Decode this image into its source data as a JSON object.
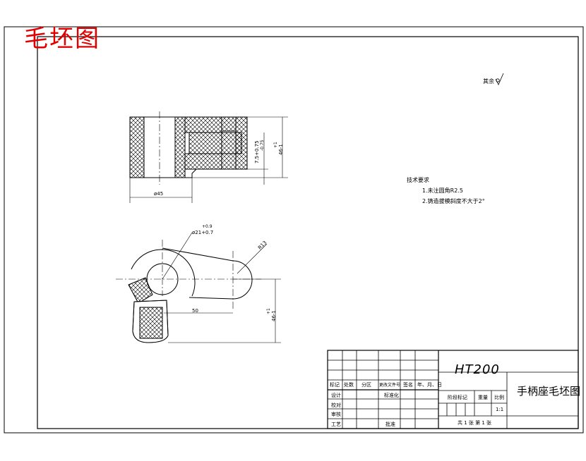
{
  "drawing": {
    "stamp_title": "毛坯图",
    "surface_note": "其余",
    "tech_requirements": {
      "heading": "技术要求",
      "items": [
        "1.未注圆角R2.5",
        "2.铸造拔模斜度不大于2°"
      ]
    },
    "dimensions": {
      "diameter_bottom": "ø45",
      "dim_75": "7.5+0.75",
      "dim_75_tol": "-0.75",
      "dim_46_top": "46-1",
      "dim_46_top_tol": "+1",
      "bore_dia": "ø21+0.7",
      "bore_tol": "+0.9",
      "radius": "R13",
      "length_50": "50",
      "dim_46_right": "46-1",
      "dim_46_right_tol": "+1"
    }
  },
  "title_block": {
    "material": "HT200",
    "part_name": "手柄座毛坯图",
    "headers": [
      "标记",
      "处数",
      "分区",
      "更改文件号",
      "签名",
      "年、月、日"
    ],
    "row_labels": [
      "设计",
      "审核",
      "工艺"
    ],
    "extra_labels": [
      "标准化",
      "批准",
      "阶段标记",
      "重量",
      "比例",
      "校对"
    ],
    "scale": "1:1",
    "sheet": "共 1 张  第 1 张"
  }
}
